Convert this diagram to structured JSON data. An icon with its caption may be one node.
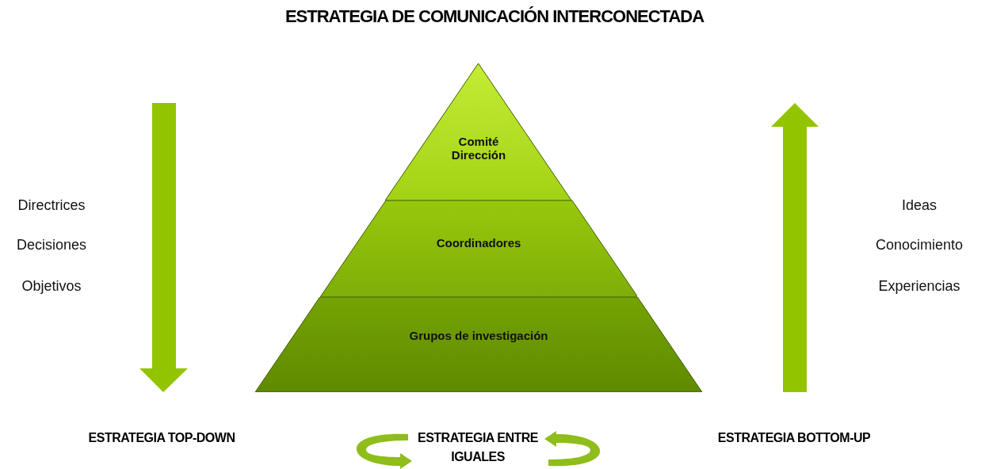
{
  "diagram": {
    "title": "ESTRATEGIA DE COMUNICACIÓN INTERCONECTADA",
    "nodes": [
      {
        "text": [
          "Comité Dirección"
        ]
      },
      {
        "text": [
          "Coordinadores"
        ]
      },
      {
        "text": [
          "Grupos de investigación"
        ]
      }
    ],
    "labels": [
      "Directrices",
      "Decisiones",
      "Objetivos",
      "Ideas",
      "Conocimiento",
      "Experiencias",
      "ESTRATEGIA TOP-DOWN",
      "ESTRATEGIA ENTRE IGUALES",
      "ESTRATEGIA BOTTOM-UP"
    ]
  }
}
